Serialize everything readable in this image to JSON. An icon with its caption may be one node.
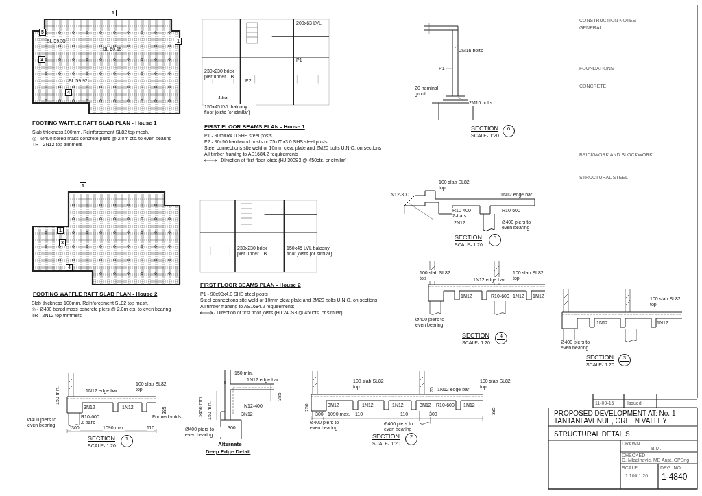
{
  "diagram": {
    "nodes": [
      {
        "text": [
          "6"
        ],
        "beside": [
          "SECTION",
          "SCALE- 1:20"
        ]
      },
      {
        "text": [
          "5"
        ],
        "beside": [
          "SECTION",
          "SCALE- 1:20"
        ]
      },
      {
        "text": [
          "4"
        ],
        "beside": [
          "SECTION",
          "SCALE- 1:20"
        ]
      },
      {
        "text": [
          "3"
        ],
        "beside": [
          "SECTION",
          "SCALE- 1:20"
        ]
      },
      {
        "text": [
          "1"
        ],
        "beside": [
          "SECTION",
          "SCALE- 1:20"
        ]
      },
      {
        "text": [
          "2"
        ],
        "beside": [
          "SECTION",
          "SCALE- 1:20"
        ]
      }
    ],
    "edges": [],
    "labels": [
      "BL 59.55",
      "BL 60.15",
      "BL 59.92",
      "1",
      "5",
      "3",
      "4",
      "1",
      "FOOTING WAFFLE RAFT SLAB PLAN - House 1",
      "Slab thickness 100mm, Reinforcement SL82 top mesh.",
      "◎ - Ø400 bored mass concrete piers @ 2.0m cts. to even bearing",
      "TR - 2N12 top trimmers",
      "200x63 LVL",
      "230x230 brick pier under UB",
      "J-bar",
      "150x45 LVL balcony floor joists (or similar)",
      "P1",
      "P2",
      "FIRST FLOOR BEAMS PLAN - House 1",
      "P1 - 90x90x4.0 SHS steel posts",
      "P2 - 90x90 hardwood posts or 75x75x3.0 SHS steel posts",
      "Steel connections site weld or 10mm cleat plate and 2M20 bolts U.N.O. on sections",
      "All timber framing to AS1684.2 requirements",
      "- Direction of first floor joists (HJ 300S3 @ 450cts. or similar)",
      "2M16 bolts",
      "P1",
      "20 nominal grout",
      "2M16 bolts",
      "1",
      "1",
      "3",
      "4",
      "FOOTING WAFFLE RAFT SLAB PLAN - House 2",
      "Slab thickness 100mm, Reinforcement SL82 top mesh.",
      "◎ - Ø400 bored mass concrete piers @ 2.0m cts. to even bearing",
      "TR - 2N12 top trimmers",
      "230x230 brick pier under UB",
      "150x45 LVL balcony floor joists (or similar)",
      "FIRST FLOOR BEAMS PLAN - House 2",
      "P1 - 90x90x4.0 SHS steel posts",
      "Steel connections site weld or 10mm cleat plate and 2M20 bolts U.N.O. on sections",
      "All timber framing to AS1684.2 requirements",
      "- Direction of first floor joists (HJ 240S3 @ 450cts. or similar)",
      "100 slab SL82 top",
      "N12-300",
      "1N12 edge bar",
      "R10-400 Z-bars",
      "2N12",
      "R10-600",
      "Ø400 piers to even bearing",
      "100 slab SL82 top",
      "1N12 edge bar",
      "100 slab SL82 top",
      "1N12",
      "R10-600",
      "1N12",
      "1N12",
      "Ø400 piers to even bearing",
      "100 slab SL82 top",
      "1N12",
      "1N12",
      "Ø400 piers to even bearing",
      "150 min.",
      "1N12 edge bar",
      "100 slab SL82 top",
      "385",
      "3N12",
      "1N12",
      "R10-600 Z-bars",
      "Formed voids",
      "Ø400 piers to even bearing",
      "300",
      "1090 max.",
      "110",
      "150 min.",
      "1N12 edge bar",
      "385",
      ">450 mm",
      "150 min.",
      "N12-400",
      "3N12",
      "300",
      "Ø400 piers to even bearing",
      "Alternate",
      "Deep Edge Detail",
      "100 slab SL82 top",
      "75",
      "1N12 edge bar",
      "100 slab SL82 top",
      "250",
      "385",
      "3N12",
      "1N12",
      "1N12",
      "3N12",
      "R10-600",
      "1N12",
      "300",
      "1090 max.",
      "110",
      "110",
      "300",
      "Ø400 piers to even bearing",
      "Ø400 piers to even bearing",
      "11-09-15",
      "Issued",
      "PROPOSED DEVELOPMENT AT: No. 1 TANTANI AVENUE, GREEN VALLEY",
      "STRUCTURAL DETAILS",
      "DRAWN",
      "B.M.",
      "CHECKED",
      "D. Mladinovic, ME Aust, CPEng",
      "SCALE",
      "1:100 1:20",
      "DRG. NO.",
      "1-4840",
      "CONSTRUCTION NOTES",
      "GENERAL",
      "FOUNDATIONS",
      "CONCRETE",
      "BRICKWORK AND BLOCKWORK",
      "STRUCTURAL STEEL"
    ]
  }
}
